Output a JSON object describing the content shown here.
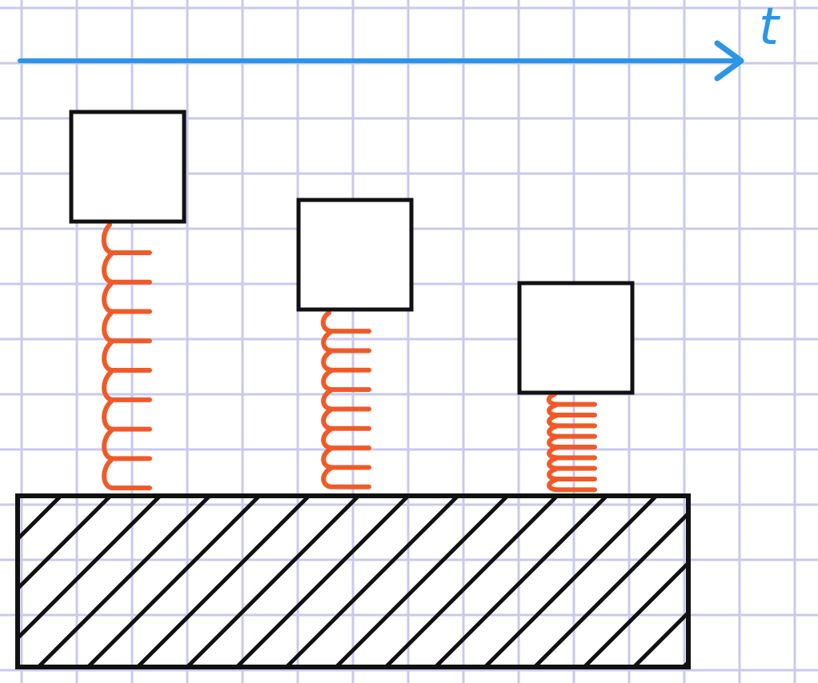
{
  "axis": {
    "label": "t"
  },
  "springs": [
    {
      "state": "relaxed"
    },
    {
      "state": "partially compressed"
    },
    {
      "state": "compressed"
    }
  ],
  "colors": {
    "grid": "#c9c9ee",
    "axis": "#2b95e8",
    "spring": "#f05a28",
    "outline": "#111111",
    "background": "#ffffff"
  },
  "icons": {
    "arrow": "arrow-right-icon"
  }
}
